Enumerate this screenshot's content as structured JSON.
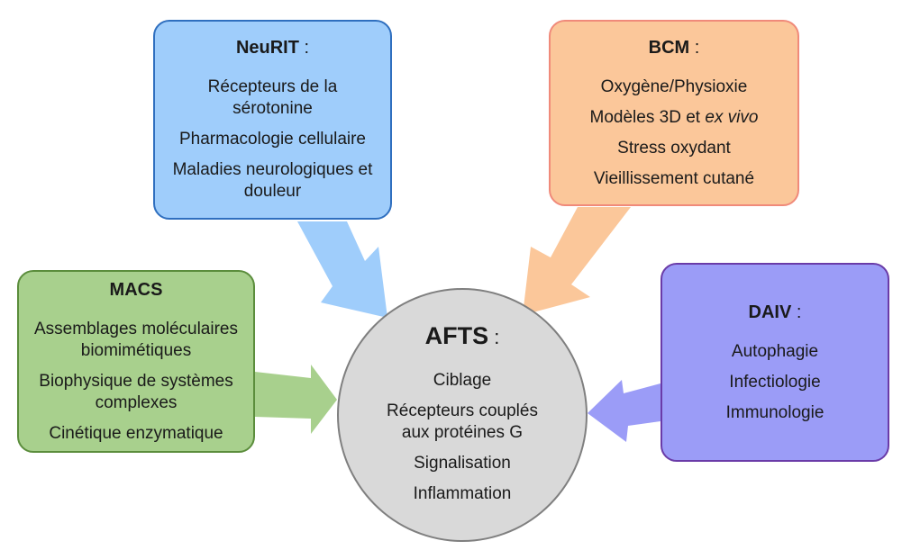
{
  "colors": {
    "neurit_fill": "#9fcdfb",
    "neurit_arrow": "#9fcdfb",
    "bcm_fill": "#fbc79a",
    "bcm_arrow": "#fbc79a",
    "macs_fill": "#a8d08d",
    "macs_arrow": "#a8d08d",
    "daiv_fill": "#9b9cf7",
    "daiv_arrow": "#9b9cf7",
    "afts_fill": "#d9d9d9"
  },
  "center": {
    "title": "AFTS",
    "colon": " :",
    "items": [
      "Ciblage",
      "Récepteurs couplés aux protéines G",
      "Signalisation",
      "Inflammation"
    ]
  },
  "neurit": {
    "title": "NeuRIT",
    "colon": " :",
    "items": [
      "Récepteurs de la sérotonine",
      "Pharmacologie cellulaire",
      "Maladies neurologiques et douleur"
    ]
  },
  "bcm": {
    "title": "BCM",
    "colon": " :",
    "items": [
      "Oxygène/Physioxie",
      "Modèles 3D et",
      "ex vivo",
      "Stress oxydant",
      "Vieillissement cutané"
    ]
  },
  "macs": {
    "title": "MACS",
    "items": [
      "Assemblages moléculaires biomimétiques",
      "Biophysique de systèmes complexes",
      "Cinétique enzymatique"
    ]
  },
  "daiv": {
    "title": "DAIV",
    "colon": " :",
    "items": [
      "Autophagie",
      "Infectiologie",
      "Immunologie"
    ]
  }
}
